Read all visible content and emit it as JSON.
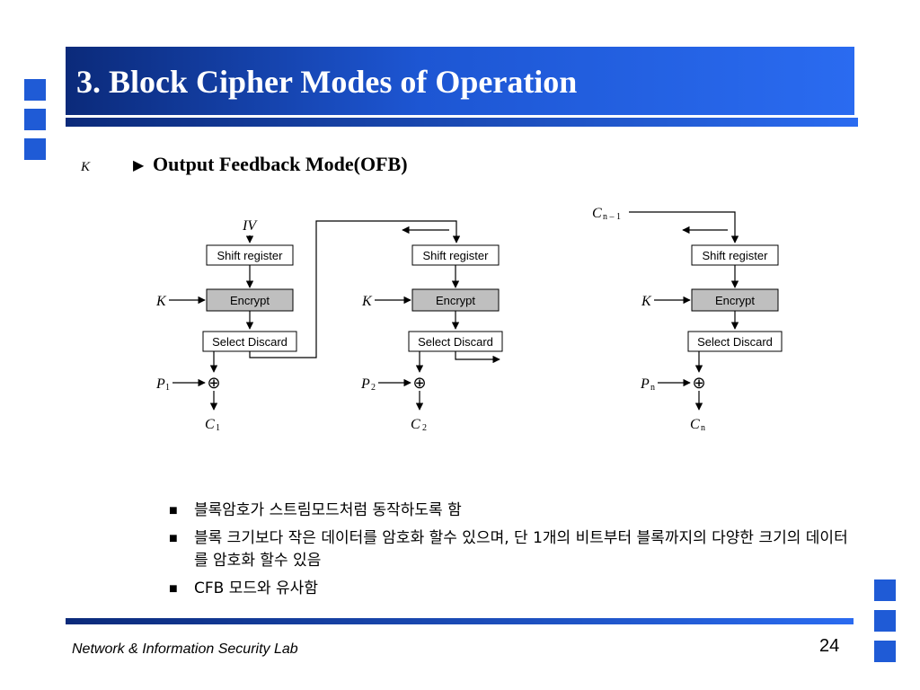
{
  "slide": {
    "title": "3. Block Cipher Modes of Operation",
    "side_label": "K",
    "section_title": "Output Feedback Mode(OFB)",
    "footer": "Network & Information Security Lab",
    "page_number": "24"
  },
  "bullets": [
    {
      "text": "블록암호가 스트림모드처럼 동작하도록 함"
    },
    {
      "text": "블록 크기보다 작은 데이터를 암호화 할수 있으며, 단 1개의 비트부터 블록까지의 다양한 크기의 데이터를 암호화 할수 있음"
    },
    {
      "text": "CFB 모드와 유사함"
    }
  ],
  "diagram": {
    "iv": "IV",
    "stages": [
      {
        "shift": "Shift register",
        "encrypt": "Encrypt",
        "select": "Select Discard",
        "key": "K",
        "p": "P",
        "p_sub": "1",
        "c": "C",
        "c_sub": "1",
        "xor": "⊕"
      },
      {
        "shift": "Shift register",
        "encrypt": "Encrypt",
        "select": "Select Discard",
        "key": "K",
        "p": "P",
        "p_sub": "2",
        "c": "C",
        "c_sub": "2",
        "xor": "⊕"
      },
      {
        "shift": "Shift register",
        "encrypt": "Encrypt",
        "select": "Select Discard",
        "key": "K",
        "p": "P",
        "p_sub": "n",
        "c": "C",
        "c_sub": "n",
        "xor": "⊕"
      }
    ],
    "feedback_c": "C",
    "feedback_sub": "n – 1"
  },
  "colors": {
    "accent": "#1f5bd6",
    "encrypt_fill": "#bfbfbf"
  }
}
